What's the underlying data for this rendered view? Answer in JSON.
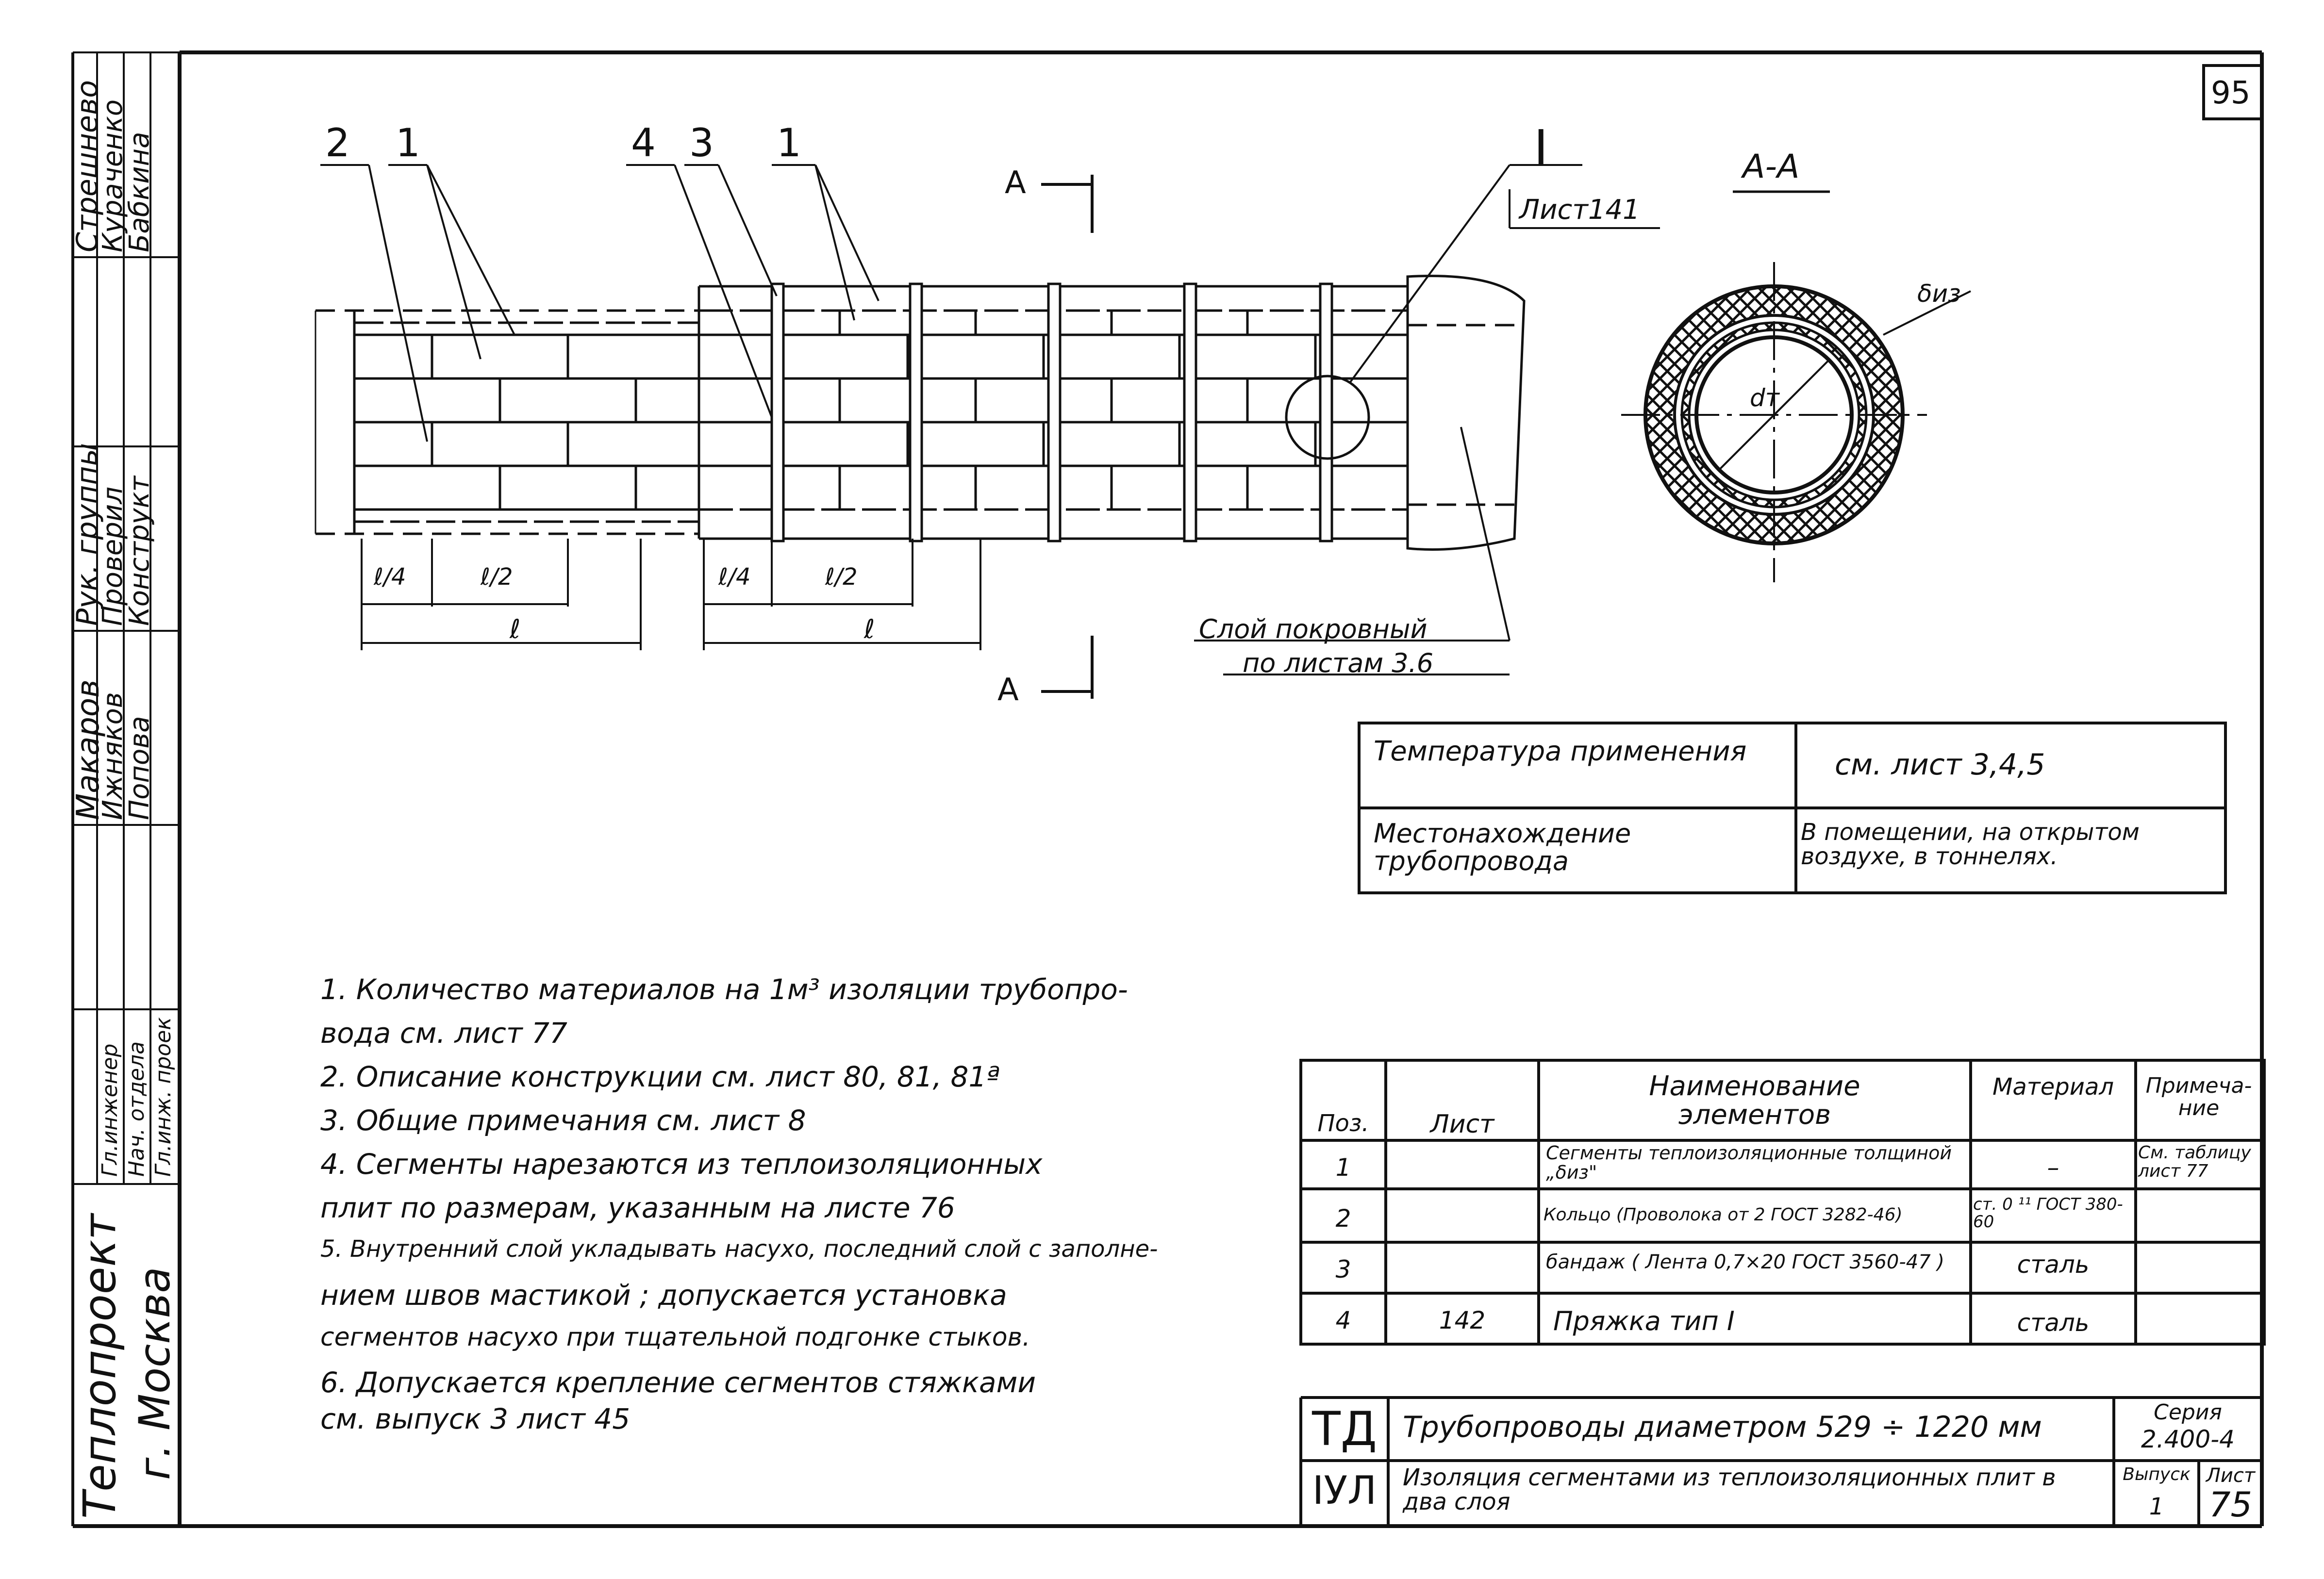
{
  "sheet_number": "95",
  "stamp": {
    "roles": [
      "Гл.инженер",
      "Нач. отдела",
      "Гл.инж. проек",
      "Рук. группы",
      "Проверил",
      "Конструкт"
    ],
    "names": [
      "Макаров",
      "Ижняков",
      "Попова",
      "Стрешнево",
      "Кураченко",
      "Бабкина"
    ],
    "organization": "Теплопроект",
    "city": "г. Москва"
  },
  "drawing": {
    "labels": {
      "pos2": "2",
      "pos1_left": "1",
      "pos4": "4",
      "pos3": "3",
      "pos1_right": "1",
      "detail": "I",
      "detail_sheet": "Лист141",
      "section_top": "А",
      "section_bottom": "А",
      "section_view": "А-А",
      "l_quarter": "ℓ/4",
      "l_half": "ℓ/2",
      "l": "ℓ",
      "cover_layer_1": "Слой покровный",
      "cover_layer_2": "по листам 3.6",
      "thickness": "δиз",
      "diameter": "dт"
    }
  },
  "conditions": {
    "rows": [
      {
        "label": "Температура применения",
        "value": "см. лист 3,4,5"
      },
      {
        "label": "Местонахождение трубопровода",
        "value": "В помещении, на открытом воздухе, в тоннелях."
      }
    ]
  },
  "notes": [
    "1. Количество материалов на 1м³ изоляции трубопро-",
    "вода см. лист 77",
    "2. Описание конструкции см. лист 80, 81, 81ª",
    "3. Общие примечания см. лист 8",
    "4. Сегменты нарезаются из теплоизоляционных",
    "плит по размерам, указанным на листе 76",
    "5. Внутренний слой укладывать насухо, последний слой с заполне-",
    "нием швов мастикой ; допускается установка",
    "сегментов насухо при тщательной подгонке стыков.",
    "6. Допускается крепление сегментов стяжками",
    "см. выпуск 3 лист 45"
  ],
  "spec_table": {
    "headers": {
      "pos": "Поз.",
      "sheet": "Лист",
      "name": "Наименование элементов",
      "material": "Материал",
      "note": "Примеча- ние"
    },
    "rows": [
      {
        "pos": "1",
        "sheet": "",
        "name": "Сегменты теплоизоляционные толщиной „δиз\"",
        "material": "–",
        "note": "См. таблицу лист 77"
      },
      {
        "pos": "2",
        "sheet": "",
        "name": "Кольцо (Проволока от 2 ГОСТ 3282-46)",
        "material": "ст. 0 ¹¹ ГОСТ 380-60",
        "note": ""
      },
      {
        "pos": "3",
        "sheet": "",
        "name": "бандаж ( Лента 0,7×20 ГОСТ 3560-47 )",
        "material": "сталь",
        "note": ""
      },
      {
        "pos": "4",
        "sheet": "142",
        "name": "Пряжка тип I",
        "material": "сталь",
        "note": ""
      }
    ]
  },
  "title_block": {
    "code1": "ТД",
    "code2": "IУЛ",
    "title1": "Трубопроводы диаметром 529 ÷ 1220 мм",
    "title2": "Изоляция сегментами из теплоизоляционных плит в два слоя",
    "series_label": "Серия",
    "series_value": "2.400-4",
    "issue_label": "Выпуск",
    "issue_value": "1",
    "sheet_label": "Лист",
    "sheet_value": "75"
  }
}
